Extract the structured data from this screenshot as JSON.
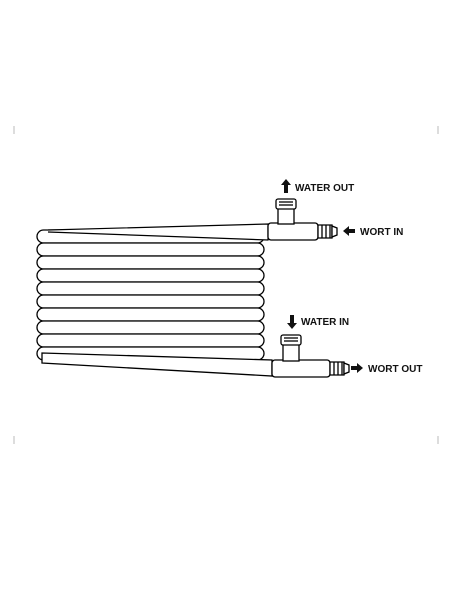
{
  "diagram": {
    "labels": {
      "water_out": "WATER OUT",
      "wort_in": "WORT IN",
      "water_in": "WATER IN",
      "wort_out": "WORT OUT"
    },
    "coil_loops": 10,
    "stroke_color": "#000000",
    "background_color": "#ffffff",
    "icons": {
      "water_out": "arrow-up-icon",
      "wort_in": "arrow-left-icon",
      "water_in": "arrow-down-icon",
      "wort_out": "arrow-right-icon"
    }
  }
}
